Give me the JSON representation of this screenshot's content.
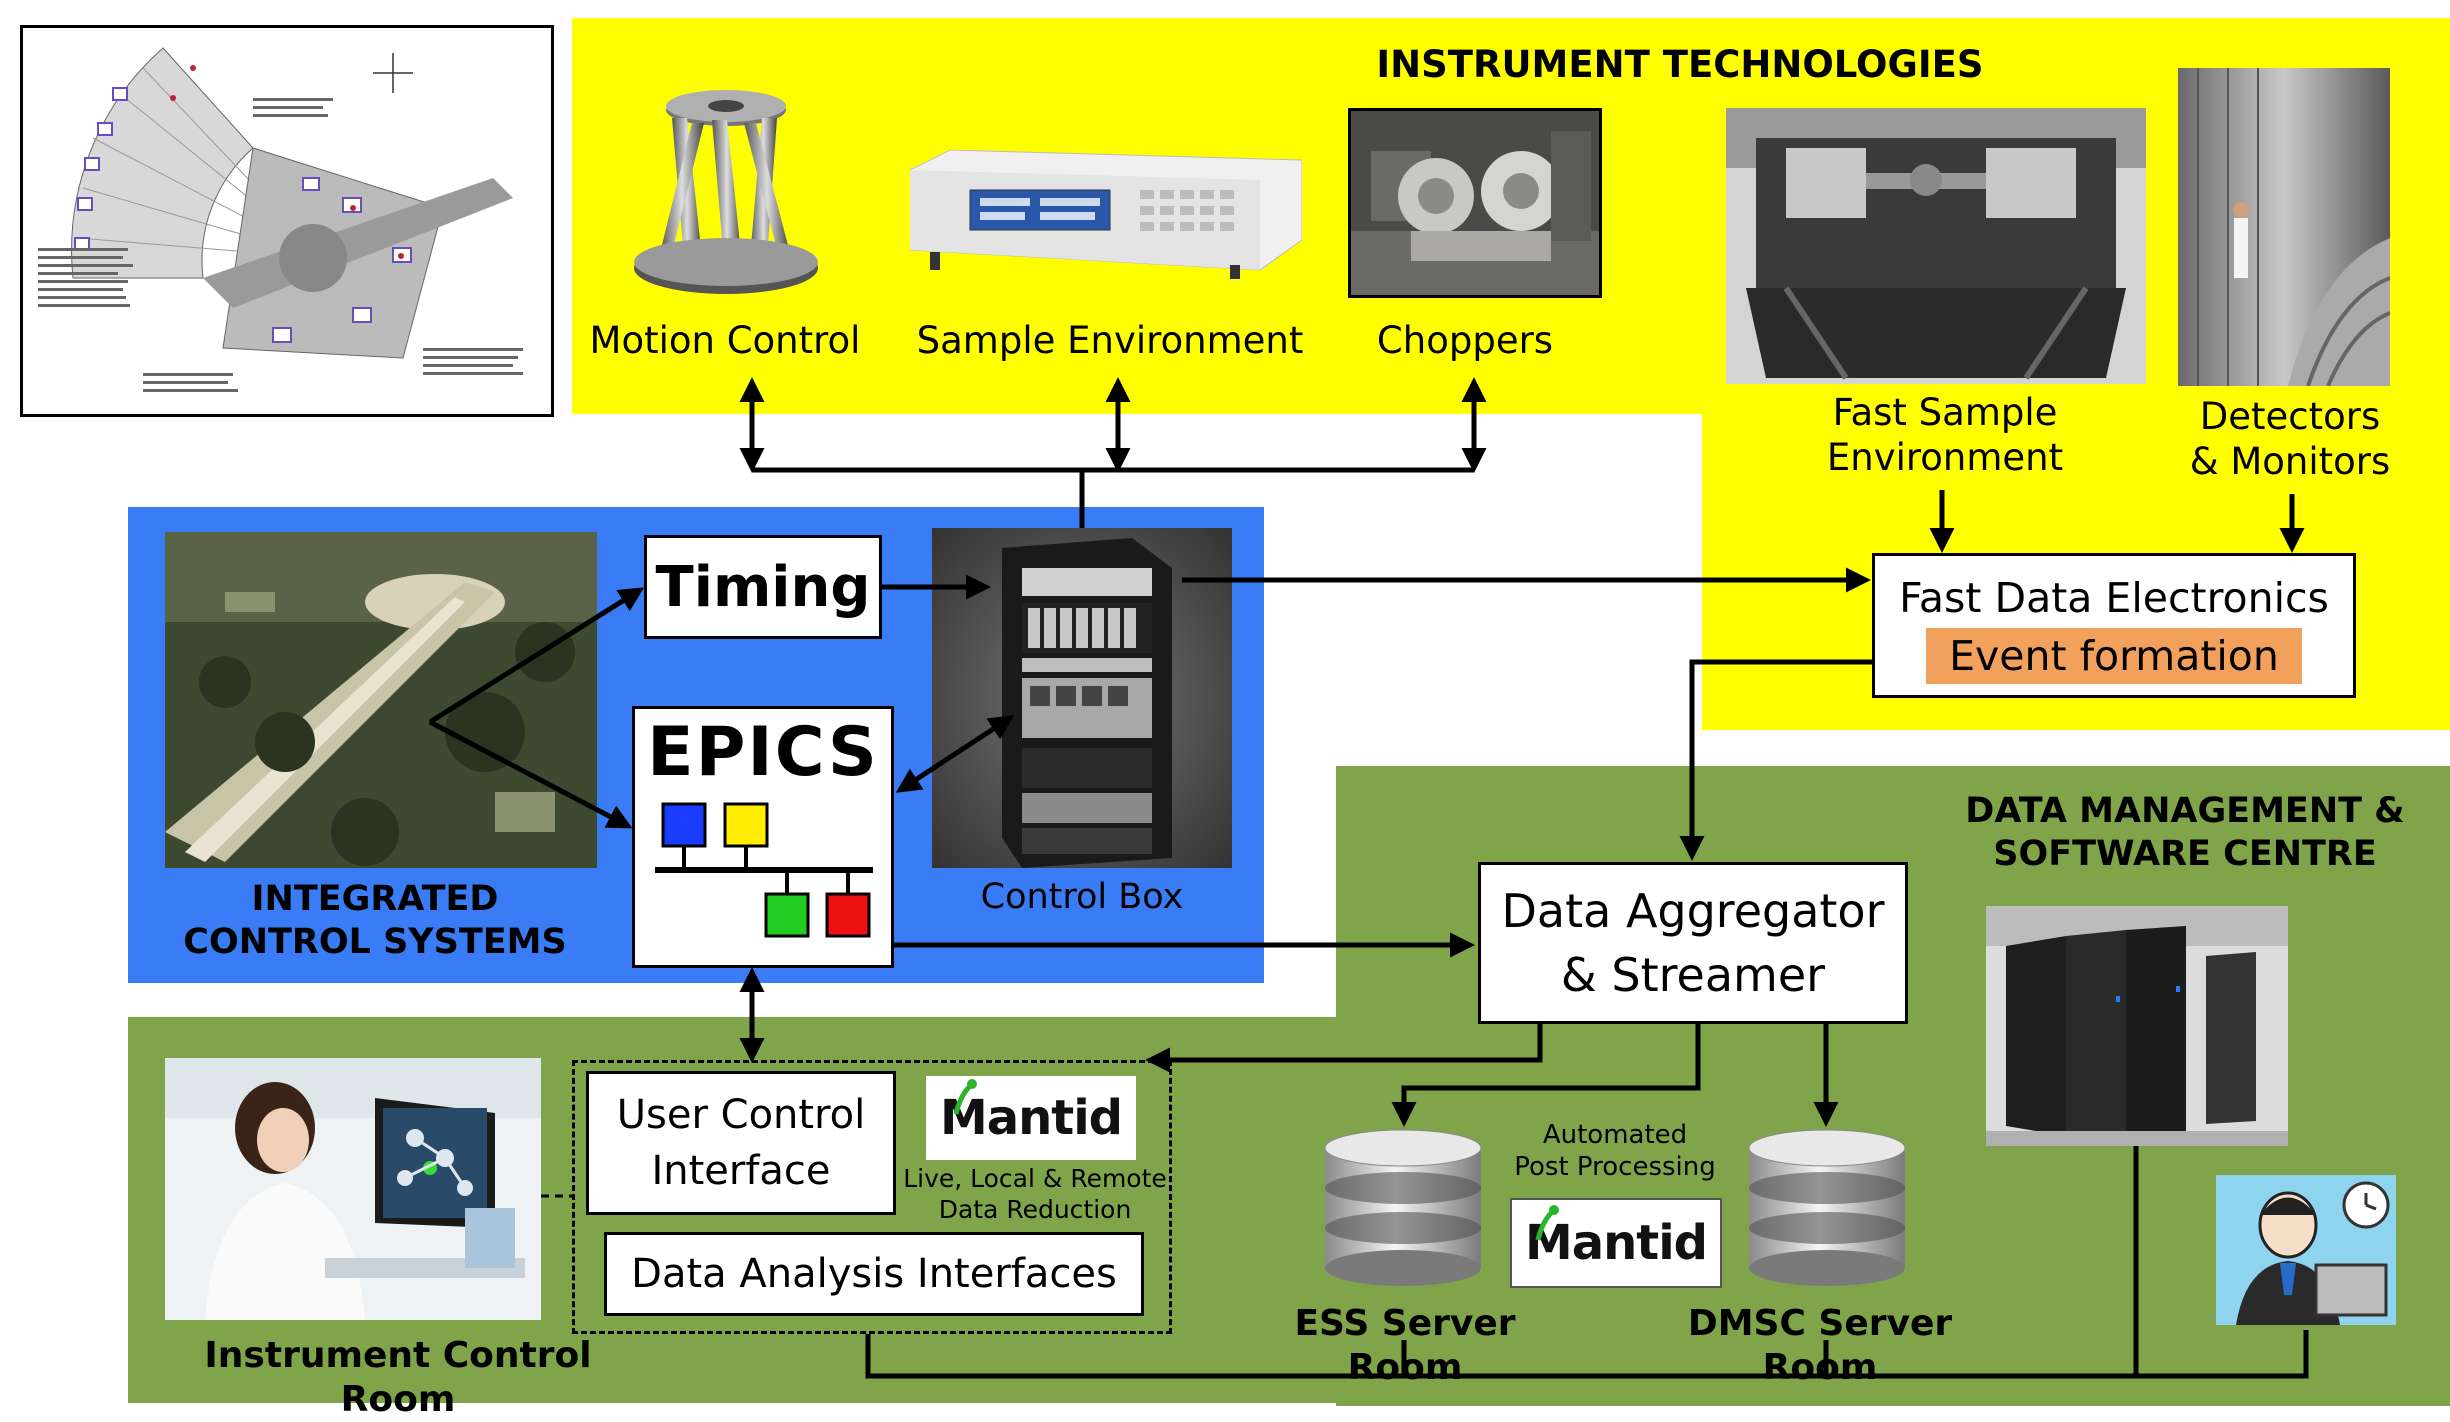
{
  "sections": {
    "instrument_technologies": "INSTRUMENT TECHNOLOGIES",
    "integrated_control_line1": "INTEGRATED",
    "integrated_control_line2": "CONTROL SYSTEMS",
    "dmsc_line1": "DATA MANAGEMENT &",
    "dmsc_line2": "SOFTWARE CENTRE"
  },
  "components": {
    "motion_control": "Motion Control",
    "sample_environment": "Sample Environment",
    "choppers": "Choppers",
    "fast_sample_line1": "Fast Sample",
    "fast_sample_line2": "Environment",
    "detectors_line1": "Detectors",
    "detectors_line2": "& Monitors",
    "timing": "Timing",
    "epics": "EPICS",
    "control_box": "Control Box",
    "fast_data_electronics": "Fast Data Electronics",
    "event_formation": "Event formation",
    "aggregator_line1": "Data Aggregator",
    "aggregator_line2": "& Streamer",
    "user_control_line1": "User Control",
    "user_control_line2": "Interface",
    "mantid": "Mantid",
    "live_reduction_line1": "Live, Local & Remote",
    "live_reduction_line2": "Data Reduction",
    "data_analysis": "Data Analysis Interfaces",
    "automated_line1": "Automated",
    "automated_line2": "Post Processing",
    "mantid2": "Mantid",
    "ess_server_room": "ESS Server Room",
    "dmsc_server_room": "DMSC Server Room",
    "instrument_control_room": "Instrument Control Room"
  },
  "colors": {
    "yellow_panel": "#ffff00",
    "green_panel": "#80a44a",
    "blue_panel": "#3a7cf5",
    "event_formation": "#f2a15c",
    "epics_blue": "#1a3cff",
    "epics_yellow": "#ffee00",
    "epics_green": "#22cc22",
    "epics_red": "#ee1111"
  }
}
